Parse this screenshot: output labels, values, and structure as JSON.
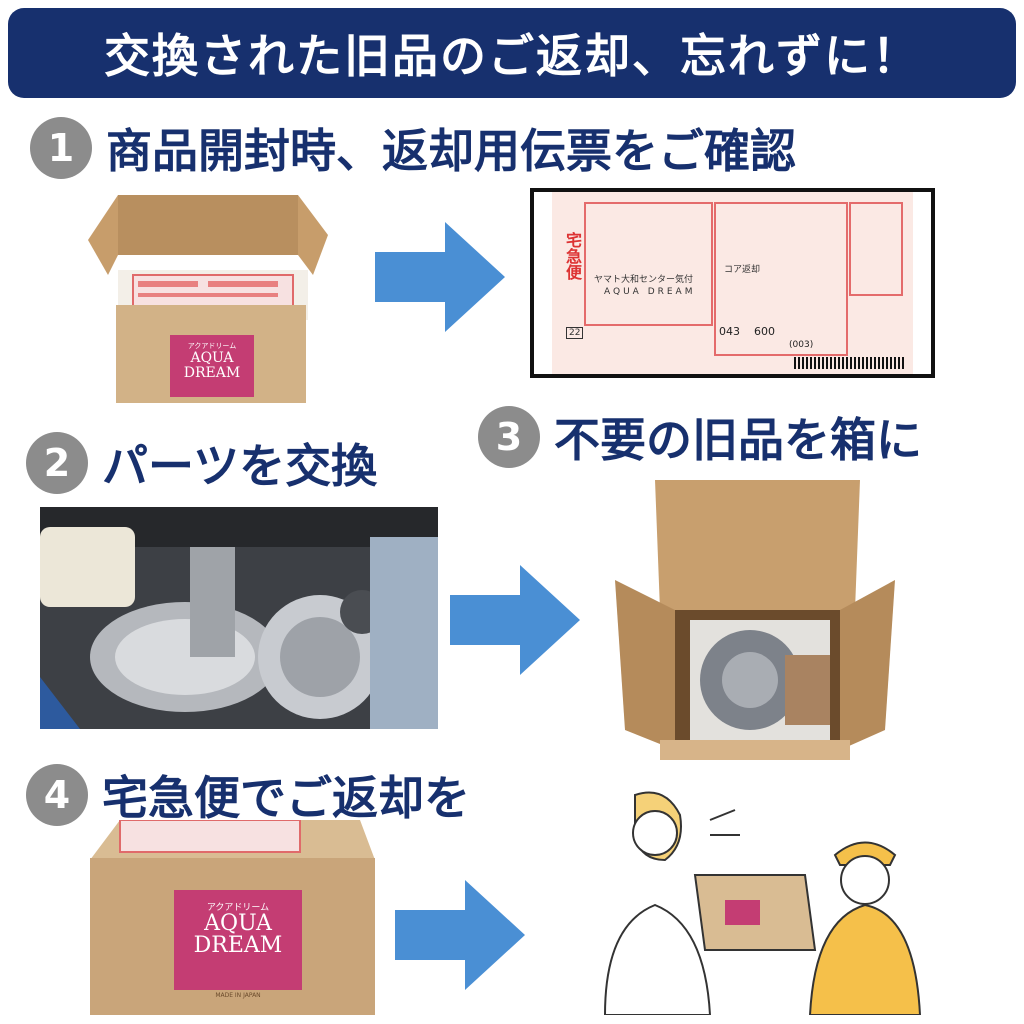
{
  "banner": {
    "title": "交換された旧品のご返却、忘れずに！"
  },
  "steps": [
    {
      "number": "1",
      "label": "商品開封時、返却用伝票をご確認"
    },
    {
      "number": "2",
      "label": "パーツを交換"
    },
    {
      "number": "3",
      "label": "不要の旧品を箱に"
    },
    {
      "number": "4",
      "label": "宅急便でご返却を"
    }
  ],
  "brand": {
    "kana": "アクアドリーム",
    "line1": "AQUA",
    "line2": "DREAM",
    "made_in": "MADE IN JAPAN"
  },
  "slip": {
    "service": "宅急便",
    "sender_center": "ヤマト大和センター気付",
    "sender_name": "AQUA DREAM",
    "dest_company": "コア返却",
    "code_a": "043",
    "code_b": "600",
    "code_c": "(003)",
    "size": "22"
  },
  "colors": {
    "navy": "#17306e",
    "arrow": "#4a8fd4",
    "cardboard": "#c9a57a",
    "brand": "#c43d73"
  }
}
